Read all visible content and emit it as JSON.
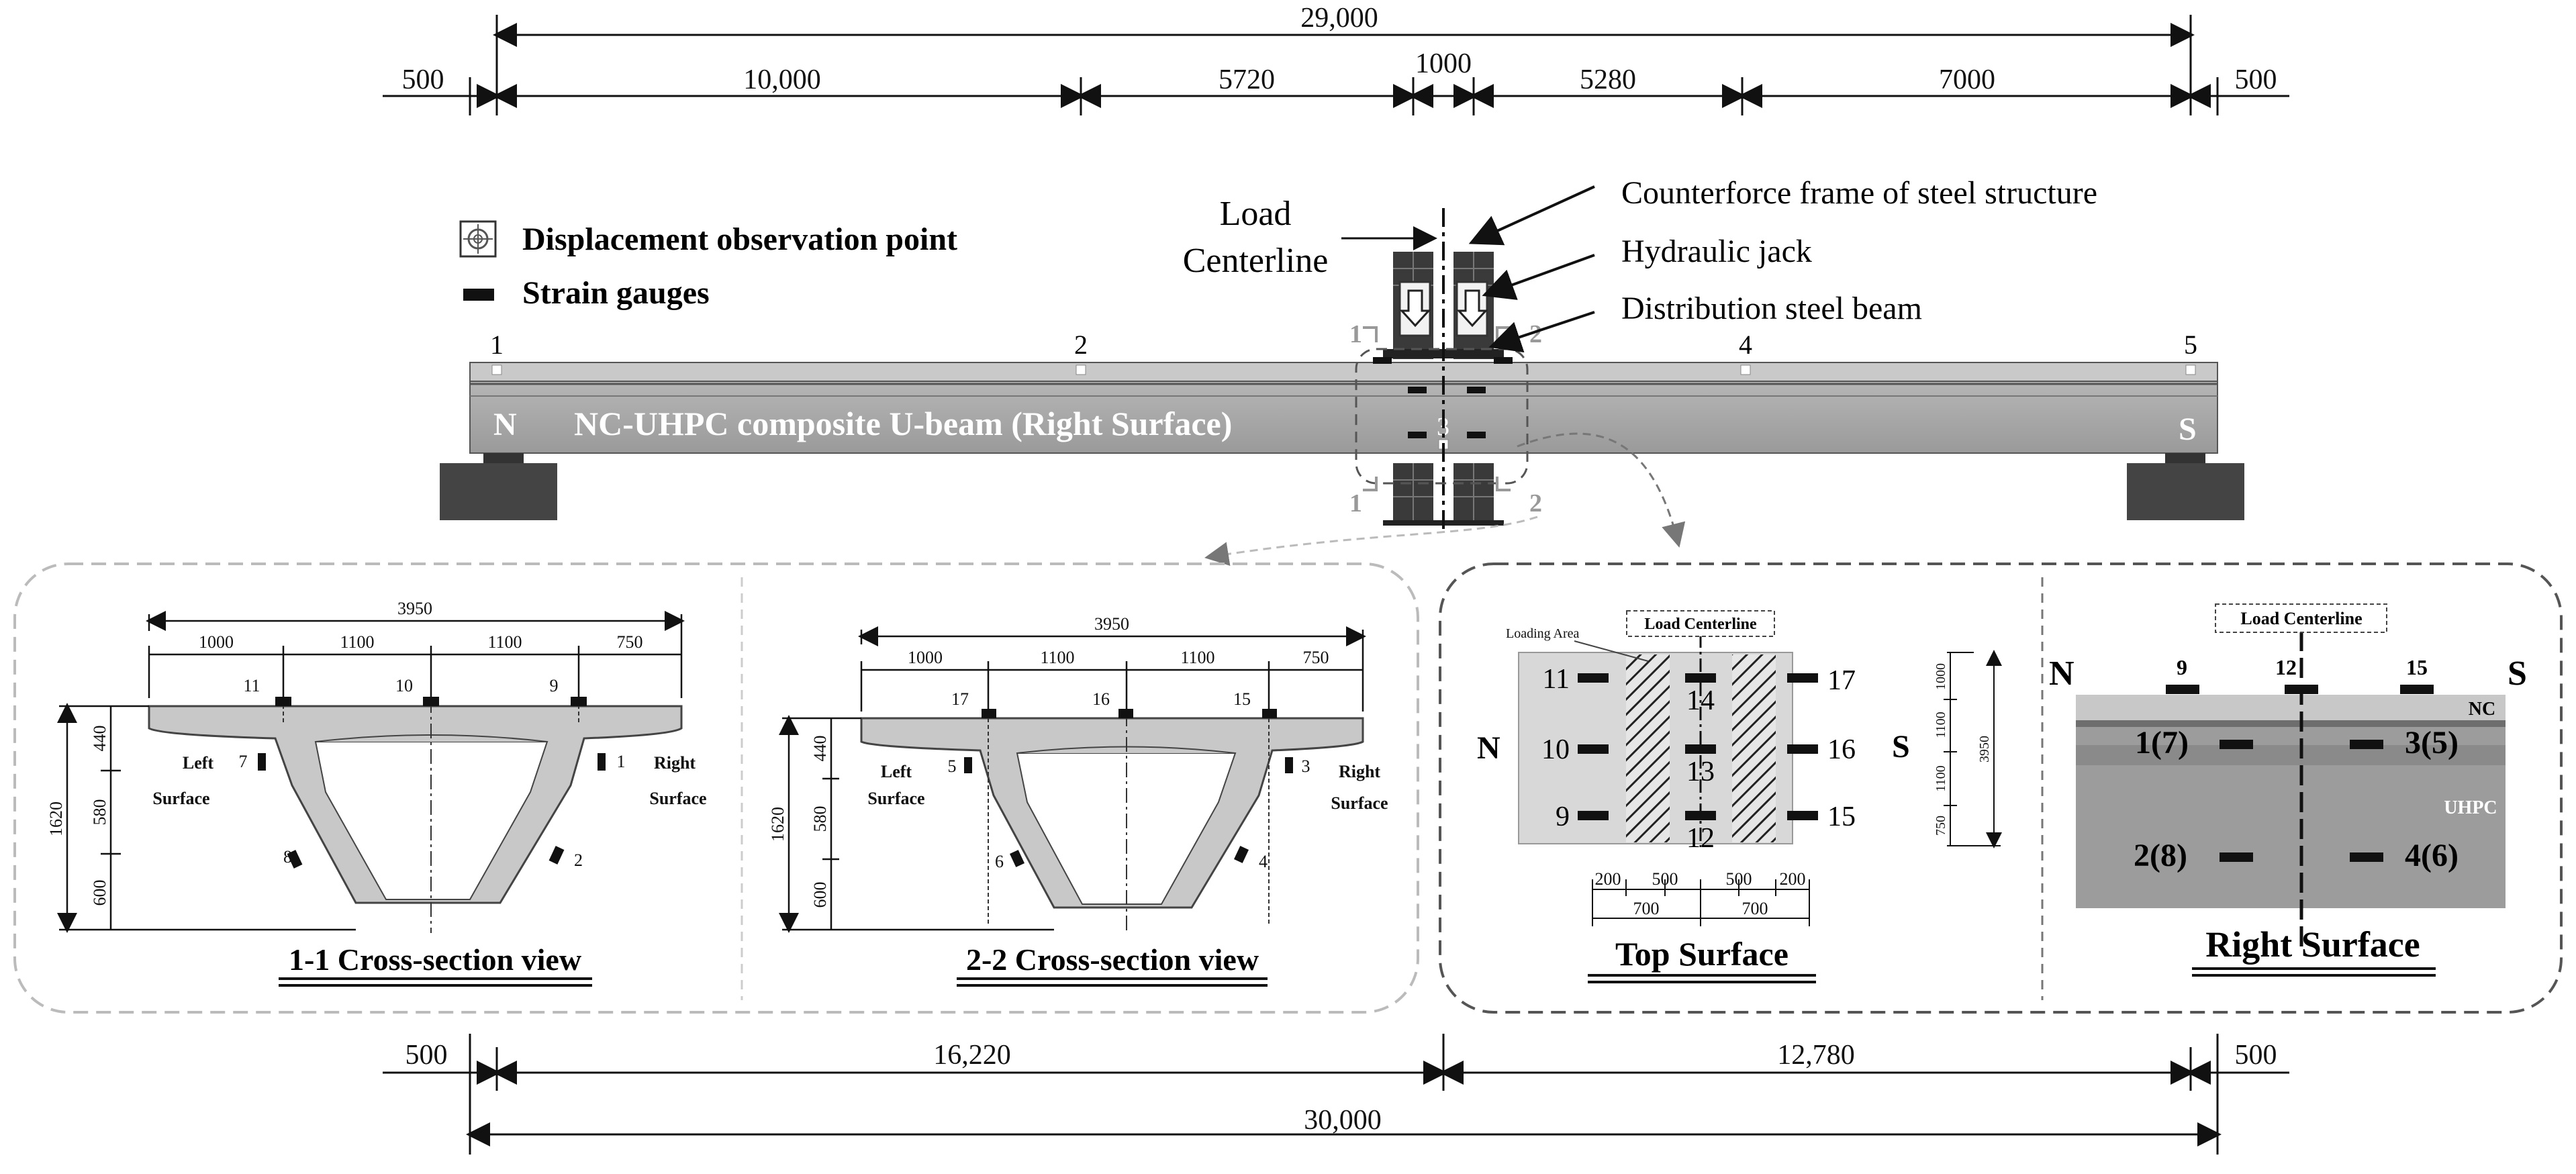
{
  "top_dims": {
    "total": "29,000",
    "segments": [
      "500",
      "10,000",
      "5720",
      "1000",
      "5280",
      "7000",
      "500"
    ]
  },
  "bottom_dims": {
    "total": "30,000",
    "segments": [
      "500",
      "16,220",
      "12,780",
      "500"
    ]
  },
  "legend": {
    "displacement": "Displacement observation point",
    "strain": "Strain gauges"
  },
  "labels": {
    "load_centerline_1": "Load",
    "load_centerline_2": "Centerline",
    "counterforce": "Counterforce frame of steel structure",
    "jack": "Hydraulic jack",
    "distribution": "Distribution steel beam"
  },
  "beam": {
    "title": "NC-UHPC composite U-beam (Right Surface)",
    "north": "N",
    "south": "S",
    "points": [
      "1",
      "2",
      "3",
      "4",
      "5"
    ],
    "section_1": "1",
    "section_2": "2"
  },
  "section_11": {
    "title": "1-1 Cross-section view",
    "width_total": "3950",
    "widths": [
      "1000",
      "1100",
      "1100",
      "750"
    ],
    "heights": [
      "1620",
      "440",
      "580",
      "600"
    ],
    "gauges": [
      "11",
      "10",
      "9",
      "7",
      "1",
      "8",
      "2"
    ],
    "left": [
      "Left",
      "Surface"
    ],
    "right": [
      "Right",
      "Surface"
    ]
  },
  "section_22": {
    "title": "2-2 Cross-section view",
    "width_total": "3950",
    "widths": [
      "1000",
      "1100",
      "1100",
      "750"
    ],
    "heights": [
      "1620",
      "440",
      "580",
      "600"
    ],
    "gauges": [
      "17",
      "16",
      "15",
      "5",
      "3",
      "6",
      "4"
    ],
    "left": [
      "Left",
      "Surface"
    ],
    "right": [
      "Right",
      "Surface"
    ]
  },
  "top_surface": {
    "title": "Top Surface",
    "loading_area": "Loading Area",
    "load_centerline": "Load Centerline",
    "north": "N",
    "south": "S",
    "gauges_left": [
      "11",
      "10",
      "9"
    ],
    "gauges_mid": [
      "14",
      "13",
      "12"
    ],
    "gauges_right": [
      "17",
      "16",
      "15"
    ],
    "vdims": [
      "1000",
      "1100",
      "1100",
      "750"
    ],
    "vtotal": "3950",
    "hdims1": [
      "200",
      "500",
      "500",
      "200"
    ],
    "hdims2": [
      "700",
      "700"
    ]
  },
  "right_surface": {
    "title": "Right Surface",
    "load_centerline": "Load Centerline",
    "north": "N",
    "south": "S",
    "top_gauges": [
      "9",
      "12",
      "15"
    ],
    "nc": "NC",
    "uhpc": "UHPC",
    "gauges": [
      "1(7)",
      "3(5)",
      "2(8)",
      "4(6)"
    ]
  }
}
